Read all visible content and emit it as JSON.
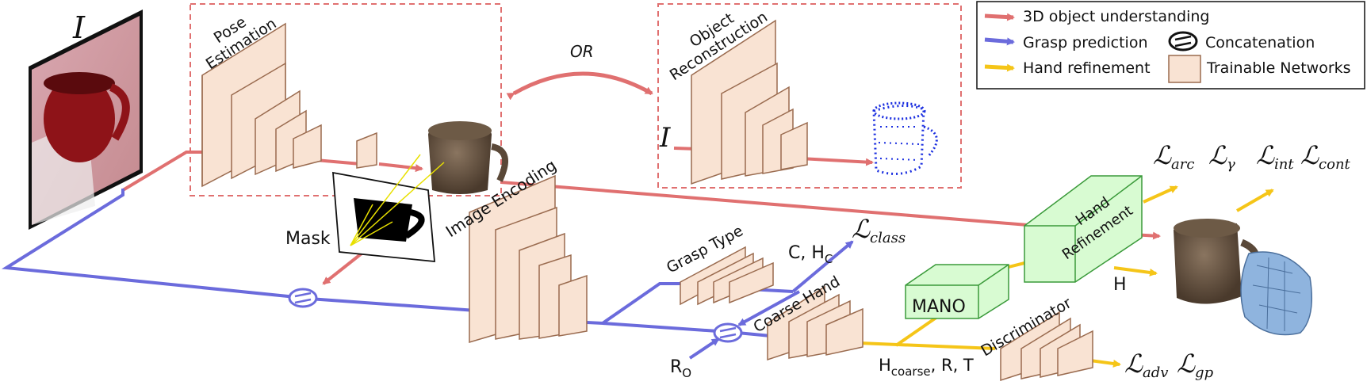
{
  "image_symbol": "I",
  "image_symbol_2": "I",
  "pose_title_line1": "Pose",
  "pose_title_line2": "Estimation",
  "or_label": "OR",
  "recon_title_line1": "Object",
  "recon_title_line2": "Reconstruction",
  "mask_label": "Mask",
  "image_encoding_label": "Image Encoding",
  "grasp_type_label": "Grasp Type",
  "coarse_hand_label": "Coarse Hand",
  "mano_label": "MANO",
  "hand_refinement_line1": "Hand",
  "hand_refinement_line2": "Refinement",
  "discriminator_label": "Discriminator",
  "c_hc_label": "C, H",
  "c_hc_sub": "C",
  "r0_label": "R",
  "r0_sub": "O",
  "hcoarse_label_a": "H",
  "hcoarse_label_sub": "coarse",
  "hcoarse_label_b": ", R, T",
  "h_label": "H",
  "loss_class": "ℒ",
  "loss_class_sub": "class",
  "loss_arc": "ℒ",
  "loss_arc_sub": "arc",
  "loss_gamma": "ℒ",
  "loss_gamma_sub": "γ",
  "loss_int": "ℒ",
  "loss_int_sub": "int",
  "loss_cont": "ℒ",
  "loss_cont_sub": "cont",
  "loss_adv": "ℒ",
  "loss_adv_sub": "adv",
  "loss_gp": "ℒ",
  "loss_gp_sub": "gp",
  "legend": {
    "items": [
      {
        "label": "3D object understanding",
        "icon": "red-arrow-icon",
        "color": "#e07070"
      },
      {
        "label": "Grasp prediction",
        "icon": "blue-arrow-icon",
        "color": "#6b6bdc"
      },
      {
        "label": "Hand refinement",
        "icon": "yellow-arrow-icon",
        "color": "#f5c518"
      },
      {
        "label": "Concatenation",
        "icon": "concatenation-icon"
      },
      {
        "label": "Trainable Networks",
        "icon": "trainable-network-icon",
        "color": "#f9e3d3"
      }
    ]
  },
  "colors": {
    "red": "#e07070",
    "blue": "#6b6bdc",
    "yellow": "#f5c518",
    "network_fill": "#f9e3d3",
    "network_stroke": "#9a6b4f",
    "green_fill": "#d8fbd2",
    "green_stroke": "#3a9a3a",
    "dashed": "#e07070"
  }
}
